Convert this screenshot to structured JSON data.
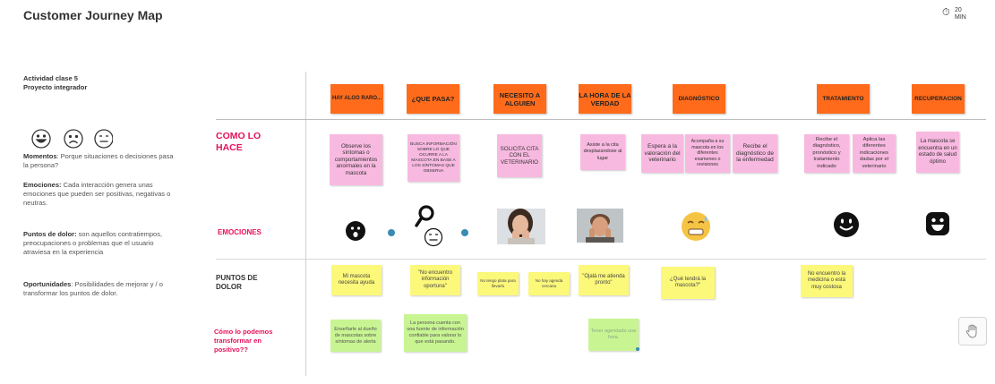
{
  "header": {
    "title": "Customer Journey Map",
    "timer_number": "20",
    "timer_unit": "MIN",
    "activity_line1": "Actividad clase 5",
    "activity_line2": "Proyecto integrador"
  },
  "faces_icons": [
    "smile-face-icon",
    "sad-face-icon",
    "neutral-face-icon"
  ],
  "legend": [
    {
      "term": "Momentos",
      "text": ": Porque situaciones o decisiones pasa la persona?"
    },
    {
      "term": "Emociones:",
      "text": " Cada interacción genera unas emociones que pueden ser positivas, negativas o neutras."
    },
    {
      "term": "Puntos de dolor:",
      "text": " son aquellos contratiempos, preocupaciones o problemas que el usuario atraviesa en la experiencia"
    },
    {
      "term": "Oportunidades",
      "text": ": Posibilidades de mejorar y / o transformar los puntos de dolor."
    }
  ],
  "rows": {
    "como": "COMO LO HACE",
    "emociones": "EMOCIONES",
    "puntos": "PUNTOS DE DOLOR",
    "transformar": "Cómo lo podemos transformar en positivo??"
  },
  "stages": [
    "HAY ALGO RARO...",
    "¿QUE PASA?",
    "NECESITO A ALGUIEN",
    "LA HORA DE LA VERDAD",
    "DIAGNÓSTICO",
    "TRATAMIENTO",
    "RECUPERACION"
  ],
  "como_notes": [
    "Observe los síntomas o comportamientos anormales en la mascota",
    "BUSCA INFORMACIÓN SOBRE LO QUE OCURRE A LA MASCOTA EN BASE A LOS SÍNTOMAS QUE OBSERVA",
    "SOLICITA CITA CON EL VETERINARIO",
    "Asiste a la cita desplazandose al lugar",
    "Espera a la valoración del veterinario",
    "Acompaña a su mascota en los diferentes examenes o revisiones",
    "Recibe el diagnóstico de la enfermedad",
    "Recibe el diagnóstico, pronóstico y tratamiento indicado",
    "Aplica las diferentes indicaciones dadas por el veterinario",
    "La mascota se encuentra en un estado de salud óptimo"
  ],
  "emotion_icons": [
    "shocked-face-icon",
    "magnifier-icon",
    "neutral-face-icon",
    "worried-woman-photo",
    "stressed-man-photo",
    "sweating-face-icon",
    "happy-face-icon",
    "grinning-face-icon"
  ],
  "pain_notes": [
    "Mi mascota necesita ayuda",
    "\"No encuentro información oportuna\"",
    "No tengo plata para llevarlo",
    "No hay agenda cercana",
    "\"Ojalá me atienda pronto\"",
    "¿Qué tendrá la mascota?\"",
    "No encuentro la medicina o está muy costosa"
  ],
  "opportunity_notes": [
    "Enseñarle al dueño de mascotas sobre síntomas de alerta",
    "La persona cuenta con una fuente de información confiable para valorar lo que está pasando.",
    "Tener agendado una hora."
  ],
  "colors": {
    "stage": "#ff6b1a",
    "como_note": "#f8b9e0",
    "pain_note": "#fcf87a",
    "opportunity_note": "#c8f592",
    "row_label": "#e8105c",
    "dot": "#3a8bb3"
  }
}
